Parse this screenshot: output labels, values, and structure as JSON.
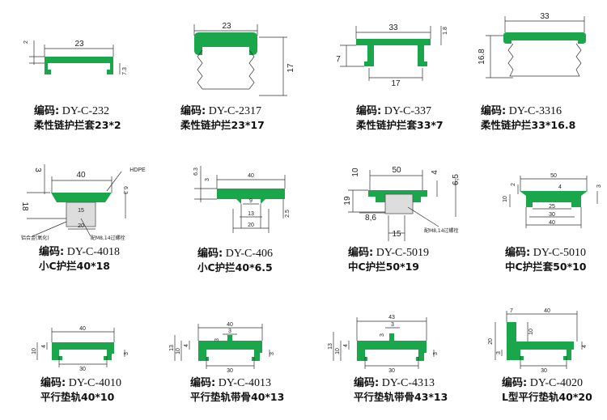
{
  "code_label": "编码:",
  "colors": {
    "profile": "#1aa64a",
    "text": "#111111"
  },
  "products": [
    {
      "code": "DY-C-232",
      "name": "柔性链护拦套23*2",
      "dims": [
        "23",
        "2",
        "7.3"
      ]
    },
    {
      "code": "DY-C-2317",
      "name": "柔性链护拦23*17",
      "dims": [
        "23",
        "17"
      ]
    },
    {
      "code": "DY-C-337",
      "name": "柔性链护拦套33*7",
      "dims": [
        "33",
        "1.8",
        "7",
        "17"
      ]
    },
    {
      "code": "DY-C-3316",
      "name": "柔性链护拦33*16.8",
      "dims": [
        "33",
        "16.8"
      ]
    },
    {
      "code": "DY-C-4018",
      "name": "小C护拦40*18",
      "dims": [
        "3",
        "40",
        "HDPE",
        "18",
        "6.3",
        "15",
        "20",
        "铝合金(氧化)",
        "配M8,14过螺栓"
      ]
    },
    {
      "code": "DY-C-406",
      "name": "小C护拦40*6.5",
      "dims": [
        "6.3",
        "3",
        "40",
        "9",
        "13",
        "20",
        "2.5"
      ]
    },
    {
      "code": "DY-C-5019",
      "name": "中C护拦50*19",
      "dims": [
        "10",
        "50",
        "4",
        "6,5",
        "19",
        "8,6",
        "15",
        "配M8,14过螺栓"
      ]
    },
    {
      "code": "DY-C-5010",
      "name": "中C护拦套50*10",
      "dims": [
        "50",
        "2",
        "4",
        "3",
        "10",
        "25",
        "30",
        "40"
      ]
    },
    {
      "code": "DY-C-4010",
      "name": "平行垫轨40*10",
      "dims": [
        "40",
        "10",
        "4",
        "3",
        "30"
      ]
    },
    {
      "code": "DY-C-4013",
      "name": "平行垫轨带骨40*13",
      "dims": [
        "40",
        "3",
        "3",
        "13",
        "10",
        "4",
        "3",
        "30"
      ]
    },
    {
      "code": "DY-C-4313",
      "name": "平行垫轨带骨43*13",
      "dims": [
        "43",
        "3",
        "3",
        "13",
        "10",
        "4",
        "3",
        "30"
      ]
    },
    {
      "code": "DY-C-4020",
      "name": "L型平行垫轨40*20",
      "dims": [
        "7",
        "40",
        "10",
        "20",
        "3",
        "4",
        "30"
      ]
    }
  ]
}
